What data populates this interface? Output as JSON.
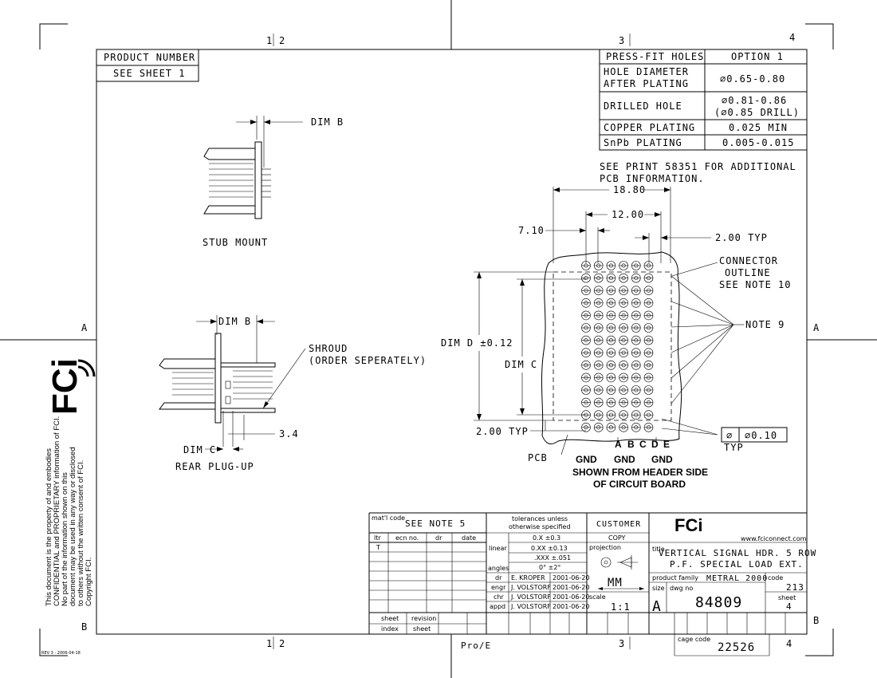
{
  "zones": {
    "col_1": "1",
    "col_2": "2",
    "col_3": "3",
    "col_4": "4",
    "row_a": "A",
    "row_b": "B"
  },
  "product_number": {
    "label": "PRODUCT NUMBER",
    "value": "SEE SHEET 1"
  },
  "spec_table": {
    "header_left": "PRESS-FIT HOLES",
    "header_right": "OPTION 1",
    "row1_label_a": "HOLE DIAMETER",
    "row1_label_b": "AFTER PLATING",
    "row1_value": "∅0.65-0.80",
    "row2_label": "DRILLED HOLE",
    "row2_value_a": "∅0.81-0.86",
    "row2_value_b": "(∅0.85 DRILL)",
    "row3_label": "COPPER PLATING",
    "row3_value": "0.025 MIN",
    "row4_label": "SnPb PLATING",
    "row4_value": "0.005-0.015"
  },
  "notes": {
    "see_print_a": "SEE PRINT 58351 FOR ADDITIONAL",
    "see_print_b": "PCB INFORMATION."
  },
  "views": {
    "stub_dim": "DIM B",
    "stub_label": "STUB MOUNT",
    "rear_dim_b": "DIM B",
    "shroud_a": "SHROUD",
    "shroud_b": "(ORDER SEPERATELY)",
    "rear_dim_c": "DIM C",
    "rear_34": "3.4",
    "rear_label": "REAR PLUG-UP"
  },
  "pcb": {
    "dim_1880": "18.80",
    "dim_1200": "12.00",
    "dim_710": "7.10",
    "dim_200typ": "2.00 TYP",
    "conn_a": "CONNECTOR",
    "conn_b": "OUTLINE",
    "conn_c": "SEE NOTE 10",
    "note9": "NOTE 9",
    "dim_d": "DIM D ±0.12",
    "dim_c": "DIM C",
    "dim_200typ_b": "2.00 TYP",
    "tol_symbol": "∅",
    "tol_value": "∅0.10",
    "typ": "TYP",
    "letters": [
      "A",
      "B",
      "C",
      "D",
      "E"
    ],
    "pcb_label": "PCB",
    "gnd1": "GND",
    "gnd2": "GND",
    "gnd3": "GND",
    "shown_a": "SHOWN FROM HEADER SIDE",
    "shown_b": "OF CIRCUIT BOARD"
  },
  "sidebar": {
    "logo": "FCi",
    "prop_1": "This document is the property of and embodies",
    "prop_2": "CONFIDENTIAL and PROPRIETARY information of FCI.",
    "prop_3": "No part of the information shown on this",
    "prop_4": "document may be used in any way or disclosed",
    "prop_5": "to others without the written consent of FCI.",
    "prop_6": "Copyright FCI.",
    "rev": "REV 3 - 2006-04-18"
  },
  "title_block": {
    "matl_label": "mat'l code",
    "matl_value": "SEE NOTE 5",
    "ltr": "ltr",
    "ecn": "ecn no.",
    "dr": "dr",
    "date": "date",
    "ltr_val": "T",
    "tol_head_a": "tolerances unless",
    "tol_head_b": "otherwise specified",
    "linear": "linear",
    "angles": "angles",
    "tol_1": "0.X ±0.3",
    "tol_2": "0.XX ±0.13",
    "tol_3": ".XXX ±.051",
    "tol_4": "0° ±2°",
    "customer": "CUSTOMER",
    "copy": "COPY",
    "projection": "projection",
    "units": "MM",
    "scale_label": "scale",
    "scale": "1:1",
    "role_dr": "dr",
    "role_engr": "engr",
    "role_chr": "chr",
    "role_appd": "appd",
    "name_dr": "E. KROPER",
    "name_engr": "J. VOLSTORF",
    "name_chr": "J. VOLSTORF",
    "name_appd": "J. VOLSTORF",
    "date_dr": "2001-06-20",
    "date_engr": "2001-06-20",
    "date_chr": "2001-06-20",
    "date_appd": "2001-06-20",
    "logo": "FCi",
    "url": "www.fciconnect.com",
    "title_label": "title",
    "title_a": "VERTICAL SIGNAL HDR. 5 ROW",
    "title_b": "P.F. SPECIAL LOAD EXT.",
    "family_label": "product family",
    "family": "METRAL 2000",
    "code_label": "code",
    "code": "213",
    "size_label": "size",
    "size": "A",
    "dwg_label": "dwg no",
    "dwg": "84809",
    "sheet_label": "sheet",
    "sheet": "4",
    "sheet_index_a": "sheet",
    "sheet_index_b": "index",
    "revision_a": "revision",
    "revision_b": "sheet",
    "proe": "Pro/E",
    "cage_label": "cage code",
    "cage": "22526"
  }
}
